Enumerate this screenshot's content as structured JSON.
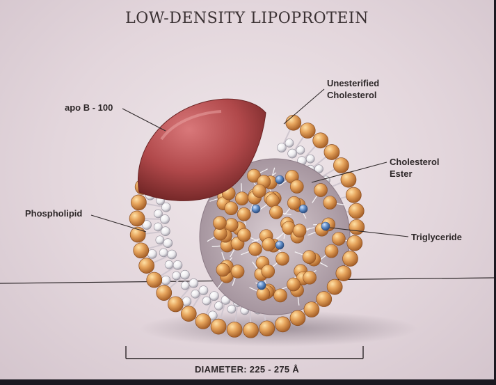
{
  "title": "LOW-DENSITY LIPOPROTEIN",
  "labels": {
    "apo_b": "apo B - 100",
    "unesterified_line1": "Unesterified",
    "unesterified_line2": "Cholesterol",
    "ester_line1": "Cholesterol",
    "ester_line2": "Ester",
    "phospholipid": "Phospholipid",
    "triglyceride": "Triglyceride"
  },
  "caption": "DIAMETER:  225 - 275 Å",
  "colors": {
    "protein": "#b0484a",
    "phospholipid_head": "#e0a05a",
    "cholesterol": "#5b89c4",
    "membrane_inner_head": "#f2f0f0"
  }
}
